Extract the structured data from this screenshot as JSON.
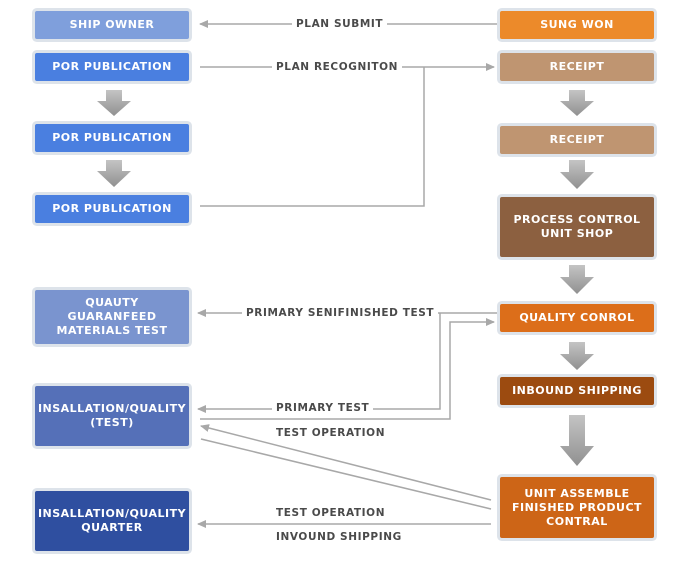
{
  "boxes": {
    "ship_owner": "SHIP OWNER",
    "por_publication_1": "POR PUBLICATION",
    "por_publication_2": "POR PUBLICATION",
    "por_publication_3": "POR PUBLICATION",
    "quality_guaranteed_materials_test": "QUAUTY GUARANFEED MATERIALS TEST",
    "installation_quality_test": "INSALLATION/QUALITY (TEST)",
    "installation_quality_quarter": "INSALLATION/QUALITY QUARTER",
    "sung_won": "SUNG WON",
    "receipt_1": "RECEIPT",
    "receipt_2": "RECEIPT",
    "process_control_unit_shop": "PROCESS CONTROL UNIT SHOP",
    "quality_control": "QUALITY CONROL",
    "inbound_shipping": "INBOUND SHIPPING",
    "unit_assemble_finished_product_control": "UNIT ASSEMBLE FINISHED PRODUCT CONTRAL"
  },
  "labels": {
    "plan_submit": "PLAN SUBMIT",
    "plan_recognition": "PLAN RECOGNITON",
    "primary_semifinished_test": "PRIMARY SENIFINISHED TEST",
    "primary_test": "PRIMARY TEST",
    "test_operation_1": "TEST OPERATION",
    "test_operation_2": "TEST OPERATION",
    "invound_shipping": "INVOUND SHIPPING"
  },
  "colors": {
    "ship_owner": "#7f9fdc",
    "por_publication": "#4a7fe0",
    "quality_materials": "#7a94cf",
    "installation_test": "#5570b8",
    "installation_quarter": "#2f4fa0",
    "sung_won": "#ec8a2a",
    "receipt": "#bf9571",
    "process_control": "#8c6040",
    "quality_control": "#dc6e1a",
    "inbound_shipping": "#9c4b10",
    "unit_assemble": "#cd6517",
    "connector": "#a8a8a8",
    "arrow_fill": "#9a9a9a"
  }
}
